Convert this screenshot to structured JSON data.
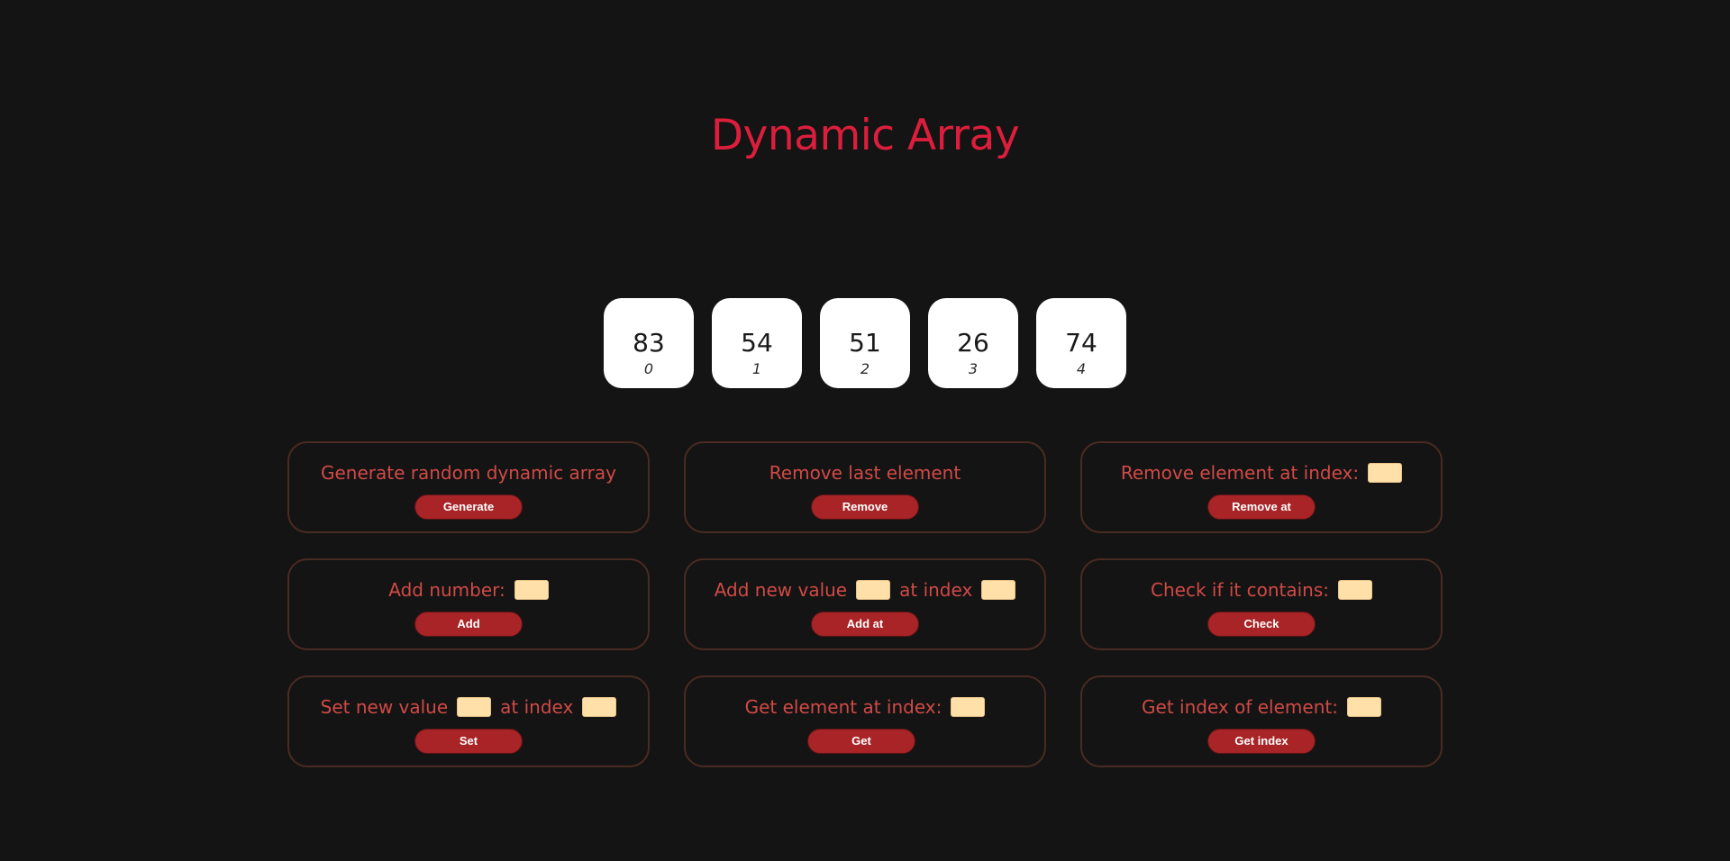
{
  "page": {
    "title": "Dynamic Array"
  },
  "array": [
    {
      "value": "83",
      "index": "0"
    },
    {
      "value": "54",
      "index": "1"
    },
    {
      "value": "51",
      "index": "2"
    },
    {
      "value": "26",
      "index": "3"
    },
    {
      "value": "74",
      "index": "4"
    }
  ],
  "controls": {
    "generate": {
      "label": "Generate random dynamic array",
      "button": "Generate"
    },
    "remove_last": {
      "label": "Remove last element",
      "button": "Remove"
    },
    "remove_at": {
      "label": "Remove element at index:",
      "button": "Remove at",
      "index_value": ""
    },
    "add": {
      "label": "Add number:",
      "button": "Add",
      "number_value": ""
    },
    "add_at": {
      "label_value": "Add new value",
      "label_index": "at index",
      "button": "Add at",
      "value": "",
      "index_value": ""
    },
    "contains": {
      "label": "Check if it contains:",
      "button": "Check",
      "value": ""
    },
    "set": {
      "label_value": "Set new value",
      "label_index": "at index",
      "button": "Set",
      "value": "",
      "index_value": ""
    },
    "get": {
      "label": "Get element at index:",
      "button": "Get",
      "index_value": ""
    },
    "get_index": {
      "label": "Get index of element:",
      "button": "Get index",
      "value": ""
    }
  },
  "colors": {
    "background": "#141414",
    "title": "#dc1e3c",
    "label": "#d04a46",
    "button": "#a82426",
    "input": "#ffe0a8",
    "card_border": "#4a2b22"
  }
}
